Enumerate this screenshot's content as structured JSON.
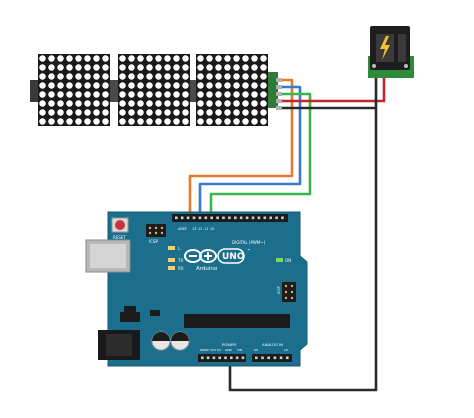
{
  "colors": {
    "board": "#1b6f8c",
    "board_edge": "#145a73",
    "matrix_body": "#1a1a1a",
    "led_off": "#ffffff",
    "wire_orange": "#e07a2e",
    "wire_blue": "#3a7ac8",
    "wire_green": "#3bb54a",
    "wire_red": "#c0262c",
    "wire_black": "#2a2a2a",
    "header": "#1c1c1c",
    "reset_button": "#c8353a"
  },
  "arduino": {
    "logo_text": "UNO",
    "brand_text": "Arduino",
    "tm_mark": "™",
    "label_reset": "RESET",
    "label_icsp": "ICSP",
    "label_icsp2": "ICSP",
    "label_digital": "DIGITAL (PWM~)",
    "label_aref": "AREF",
    "label_gnd": "GND",
    "label_l": "L",
    "label_tx": "TX",
    "label_rx": "RX",
    "label_on": "ON",
    "label_power": "POWER",
    "label_analog": "ANALOG IN",
    "label_ioref": "IOREF",
    "label_reset2": "RESET",
    "label_3v3": "3V3",
    "label_5v": "5V",
    "label_gnd2": "GND",
    "label_vin": "VIN",
    "label_a0": "A0",
    "label_a5": "A5",
    "label_13": "13",
    "label_12": "12",
    "label_11": "11",
    "label_10": "10"
  },
  "matrices": [
    {
      "id": "matrix-1",
      "rows": 8,
      "cols": 8
    },
    {
      "id": "matrix-2",
      "rows": 8,
      "cols": 8
    },
    {
      "id": "matrix-3",
      "rows": 8,
      "cols": 8
    }
  ],
  "power_jack": {
    "bolt_icon": "lightning-bolt-icon"
  }
}
